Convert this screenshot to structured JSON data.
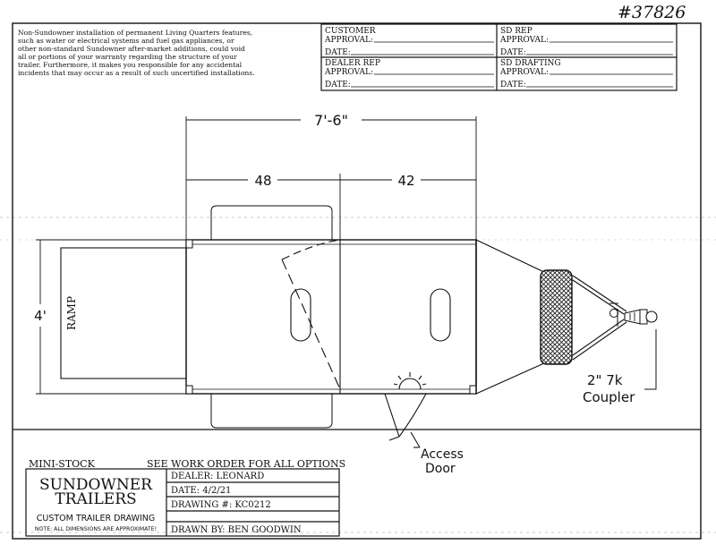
{
  "handwritten_number": "#37826",
  "disclaimer": [
    "Non-Sundowner installation of permanent Living Quarters features,",
    "such as water or electrical systems and fuel gas appliances, or",
    "other non-standard Sundowner after-market additions, could void",
    "all or portions of your warranty regarding the structure of your",
    "trailer.  Furthermore, it makes you responsible for any accidental",
    "incidents that may occur as a result of such uncertified installations."
  ],
  "approvals": {
    "customer_label_1": "CUSTOMER",
    "customer_label_2": "APPROVAL:",
    "sd_rep_label_1": "SD  REP",
    "sd_rep_label_2": "APPROVAL:",
    "dealer_rep_label_1": "DEALER  REP",
    "dealer_rep_label_2": "APPROVAL:",
    "sd_drafting_label_1": "SD  DRAFTING",
    "sd_drafting_label_2": "APPROVAL:",
    "date_label": "DATE:"
  },
  "dimensions": {
    "overall_width": "7'-6\"",
    "left_section": "48",
    "right_section": "42",
    "height": "4'"
  },
  "labels": {
    "ramp": "RAMP",
    "coupler_1": "2\"  7k",
    "coupler_2": "Coupler",
    "access_1": "Access",
    "access_2": "Door"
  },
  "title_block": {
    "model": "MINI-STOCK",
    "see_work_order": "SEE  WORK  ORDER  FOR  ALL  OPTIONS",
    "company_1": "SUNDOWNER",
    "company_2": "TRAILERS",
    "drawing_type": "CUSTOM  TRAILER  DRAWING",
    "note": "NOTE: ALL DIMENSIONS ARE APPROXIMATE!",
    "dealer": "DEALER:  LEONARD",
    "date": "DATE:  4/2/21",
    "drawing_number": "DRAWING  #:  KC0212",
    "drawn_by": "DRAWN  BY:  BEN  GOODWIN"
  }
}
